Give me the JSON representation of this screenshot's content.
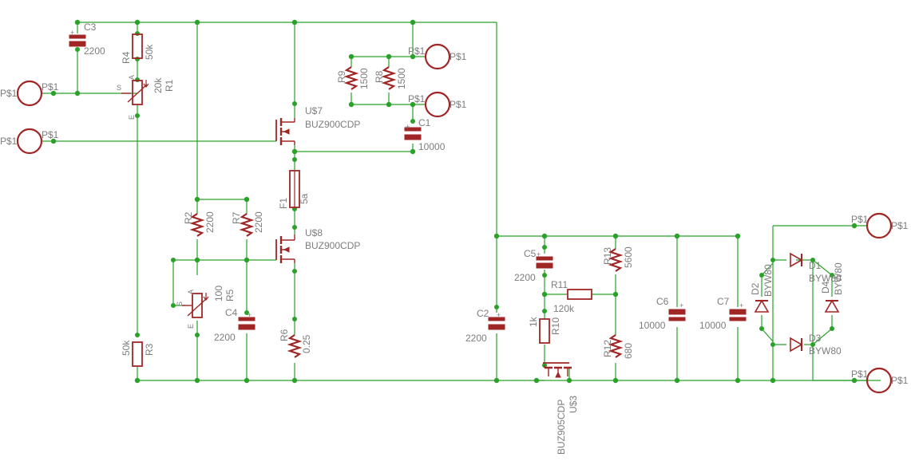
{
  "terminals": {
    "label": "P$1"
  },
  "components": {
    "C1": {
      "name": "C1",
      "value": "10000"
    },
    "C2": {
      "name": "C2",
      "value": "2200"
    },
    "C3": {
      "name": "C3",
      "value": "2200"
    },
    "C4": {
      "name": "C4",
      "value": "2200"
    },
    "C5": {
      "name": "C5",
      "value": "2200"
    },
    "C6": {
      "name": "C6",
      "value": "10000"
    },
    "C7": {
      "name": "C7",
      "value": "10000"
    },
    "R1": {
      "name": "R1",
      "value": "20k"
    },
    "R2": {
      "name": "R2",
      "value": "2200"
    },
    "R3": {
      "name": "R3",
      "value": "50k"
    },
    "R4": {
      "name": "R4",
      "value": "50k"
    },
    "R5": {
      "name": "R5",
      "value": "100"
    },
    "R6": {
      "name": "R6",
      "value": "0.25"
    },
    "R7": {
      "name": "R7",
      "value": "2200"
    },
    "R8": {
      "name": "R8",
      "value": "1500"
    },
    "R9": {
      "name": "R9",
      "value": "1500"
    },
    "R10": {
      "name": "R10",
      "value": "1k"
    },
    "R11": {
      "name": "R11",
      "value": "120k"
    },
    "R12": {
      "name": "R12",
      "value": "680"
    },
    "R13": {
      "name": "R13",
      "value": "5600"
    },
    "F1": {
      "name": "F1",
      "value": "5a"
    },
    "U7": {
      "name": "U$7",
      "value": "BUZ900CDP"
    },
    "U8": {
      "name": "U$8",
      "value": "BUZ900CDP"
    },
    "U3": {
      "name": "U$3",
      "value": "BUZ905CDP"
    },
    "D1": {
      "name": "D1",
      "value": "BYW80"
    },
    "D2": {
      "name": "D2",
      "value": "BYW80"
    },
    "D3": {
      "name": "D3",
      "value": "BYW80"
    },
    "D4": {
      "name": "D4",
      "value": "BYW80"
    }
  },
  "pins": {
    "S": "S",
    "A": "A",
    "E": "E"
  },
  "colors": {
    "wire": "#2aa22a",
    "component": "#a02626",
    "text": "#7d7d7d",
    "background": "#ffffff"
  }
}
